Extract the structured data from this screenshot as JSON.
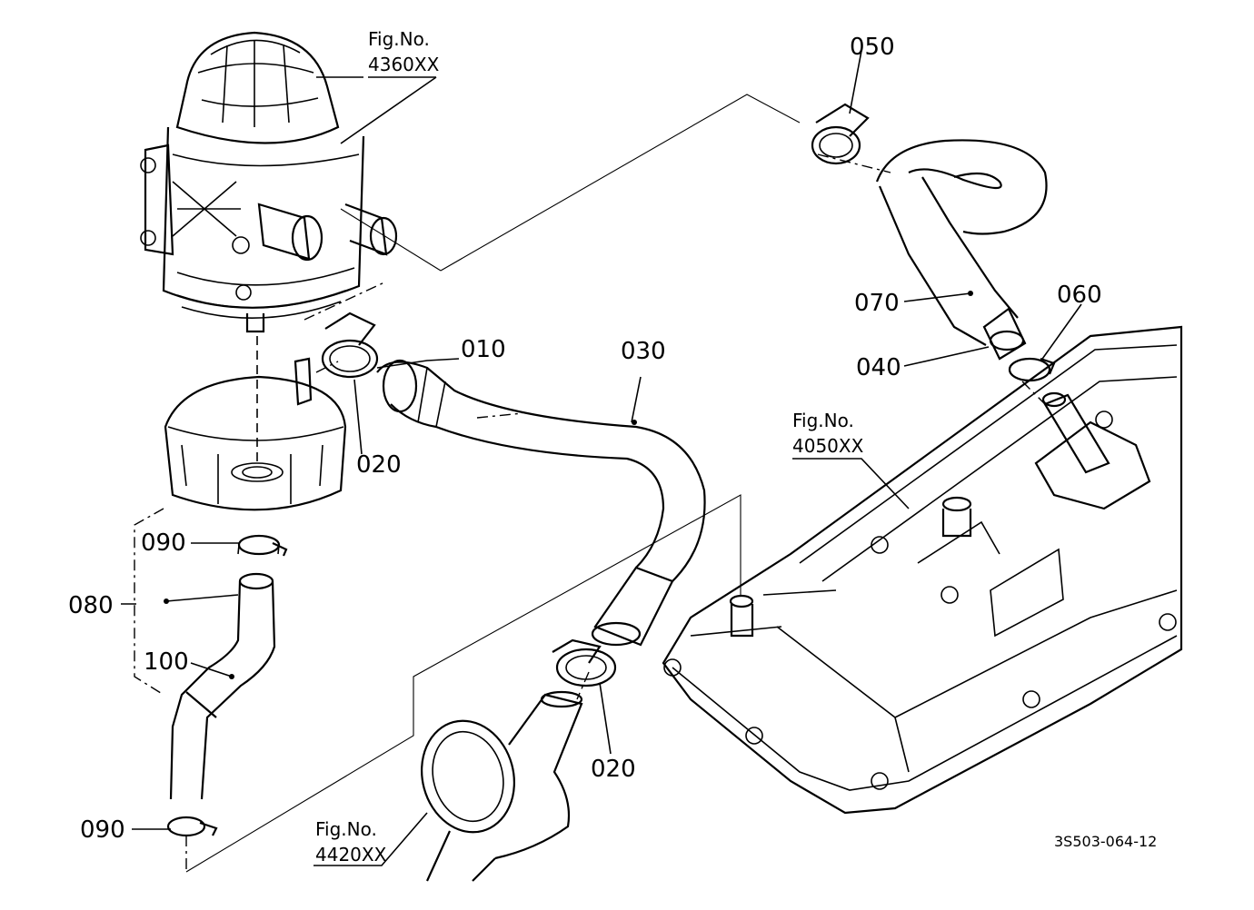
{
  "labels": {
    "p010": "010",
    "p020a": "020",
    "p020b": "020",
    "p030": "030",
    "p040": "040",
    "p050": "050",
    "p060": "060",
    "p070": "070",
    "p080": "080",
    "p090a": "090",
    "p090b": "090",
    "p100": "100"
  },
  "figrefs": [
    {
      "caption": "Fig.No.",
      "number": "4360XX"
    },
    {
      "caption": "Fig.No.",
      "number": "4050XX"
    },
    {
      "caption": "Fig.No.",
      "number": "4420XX"
    }
  ],
  "drawing_code": "3S503-064-12",
  "colors": {
    "line": "#000000",
    "background": "#ffffff"
  }
}
